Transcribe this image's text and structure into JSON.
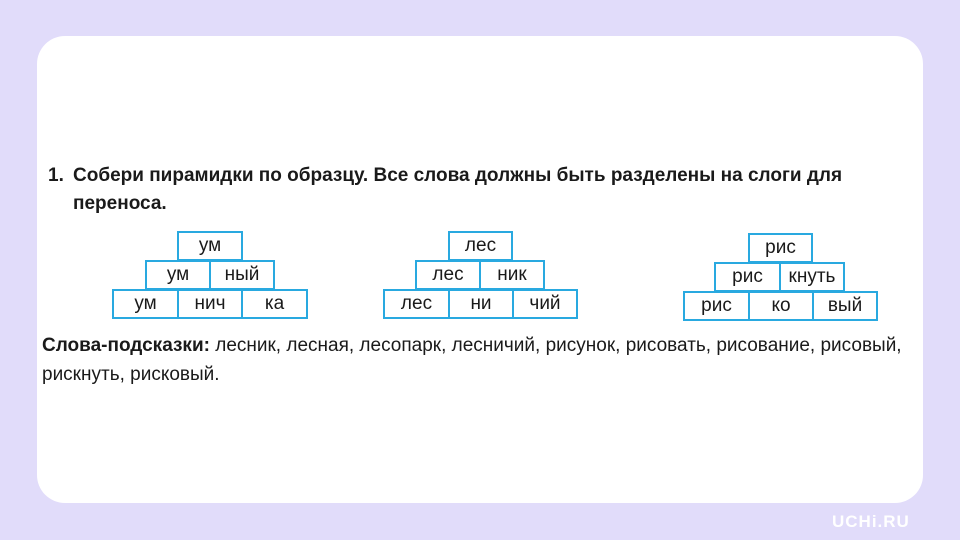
{
  "task": {
    "number": "1.",
    "text": "Собери пирамидки по образцу. Все слова должны быть разделены на слоги для переноса."
  },
  "pyramids": [
    {
      "rows": [
        [
          "ум"
        ],
        [
          "ум",
          "ный"
        ],
        [
          "ум",
          "нич",
          "ка"
        ]
      ]
    },
    {
      "rows": [
        [
          "лес"
        ],
        [
          "лес",
          "ник"
        ],
        [
          "лес",
          "ни",
          "чий"
        ]
      ]
    },
    {
      "rows": [
        [
          "рис"
        ],
        [
          "рис",
          "кнуть"
        ],
        [
          "рис",
          "ко",
          "вый"
        ]
      ]
    }
  ],
  "hints": {
    "label": "Слова-подсказки:",
    "text": " лесник, лесная, лесопарк, лесничий, рисунок, рисовать, рисование, рисовый, рискнуть, рисковый."
  },
  "brand": {
    "logo_text": "UCHi.RU"
  },
  "colors": {
    "background": "#e1dcfa",
    "cell_border": "#29a9e0"
  }
}
